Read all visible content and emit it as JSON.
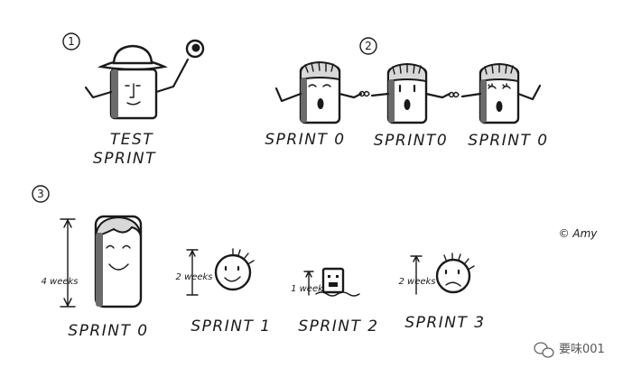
{
  "section1": {
    "number": "1",
    "label_line1": "TEST",
    "label_line2": "SPRINT"
  },
  "section2": {
    "number": "2",
    "labels": [
      "SPRINT 0",
      "SPRINT0",
      "SPRINT 0"
    ]
  },
  "section3": {
    "number": "3",
    "sprints": [
      {
        "label": "SPRINT 0",
        "duration": "4 weeks"
      },
      {
        "label": "SPRINT 1",
        "duration": "2 weeks"
      },
      {
        "label": "SPRINT 2",
        "duration": "1 week"
      },
      {
        "label": "SPRINT 3",
        "duration": "2 weeks"
      }
    ]
  },
  "signature": "© Amy",
  "watermark": {
    "icon": "wechat-icon",
    "text": "要味001"
  }
}
